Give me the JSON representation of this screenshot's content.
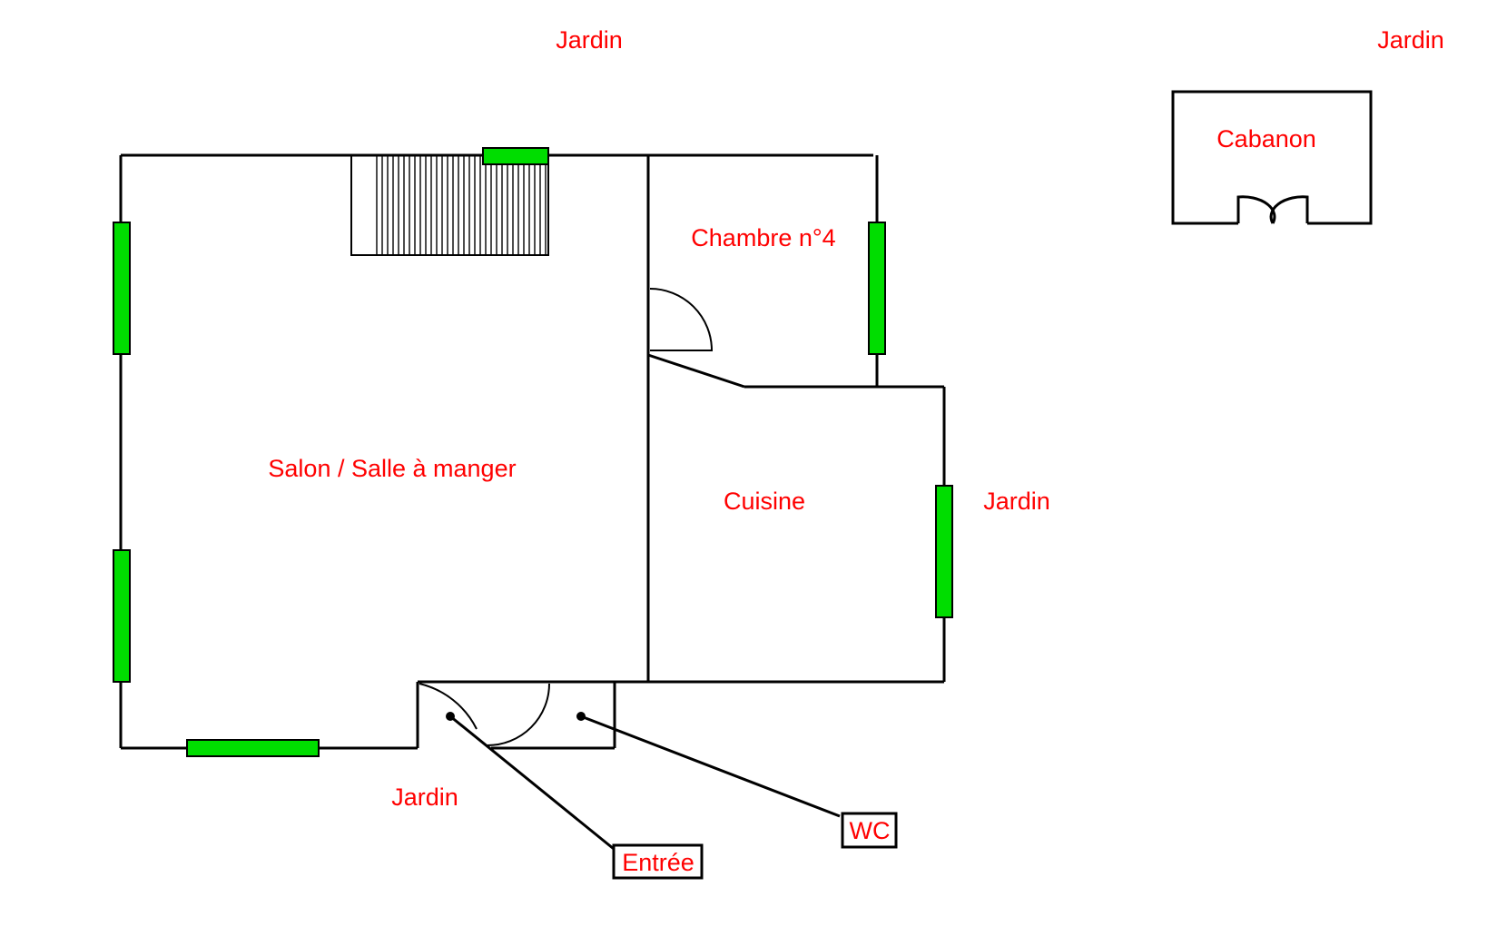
{
  "labels": {
    "garden_top": "Jardin",
    "garden_top_right": "Jardin",
    "garden_right": "Jardin",
    "garden_bottom": "Jardin",
    "cabanon": "Cabanon",
    "chambre": "Chambre n°4",
    "salon": "Salon / Salle à manger",
    "cuisine": "Cuisine",
    "entree": "Entrée",
    "wc": "WC"
  },
  "colors": {
    "label": "#ff0000",
    "window": "#00dd00",
    "wall": "#000000"
  }
}
